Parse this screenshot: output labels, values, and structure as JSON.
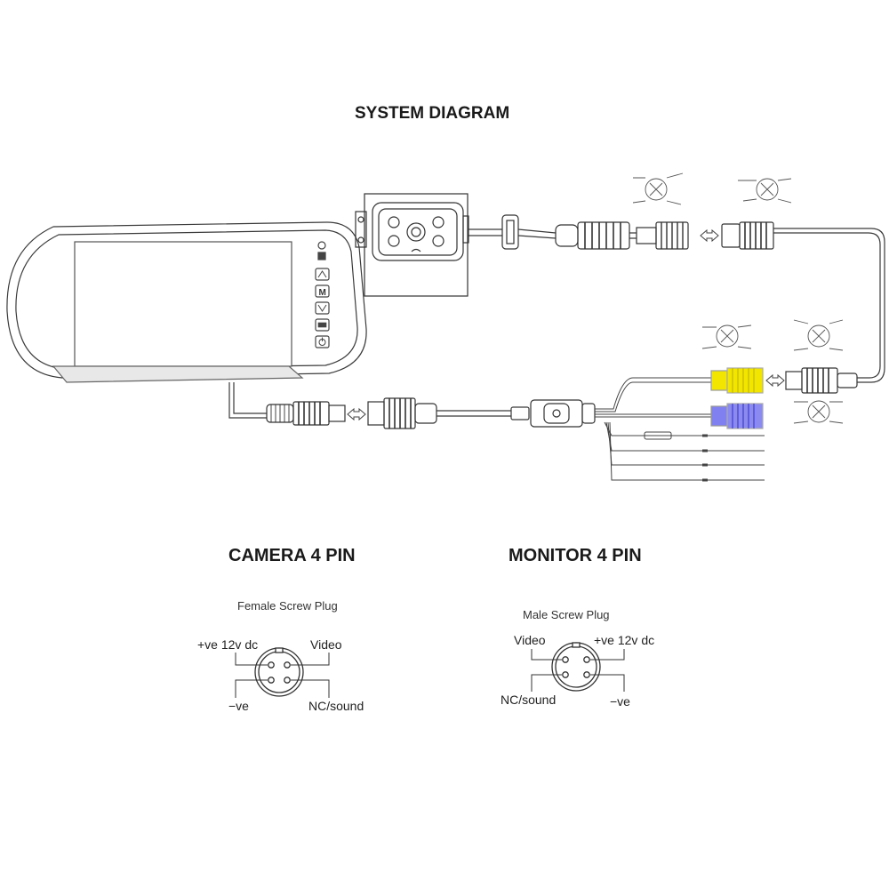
{
  "system_title": "SYSTEM DIAGRAM",
  "camera_pin": {
    "title": "CAMERA 4 PIN",
    "plug_label": "Female Screw Plug",
    "pins": {
      "top_left": "+ve 12v dc",
      "top_right": "Video",
      "bottom_left": "−ve",
      "bottom_right": "NC/sound"
    }
  },
  "monitor_pin": {
    "title": "MONITOR 4 PIN",
    "plug_label": "Male Screw Plug",
    "pins": {
      "top_left": "Video",
      "top_right": "+ve 12v dc",
      "bottom_left": "NC/sound",
      "bottom_right": "−ve"
    }
  },
  "monitor_button_icons": [
    "power-dot-icon",
    "up-arrow-icon",
    "menu-icon",
    "down-arrow-icon",
    "source-icon",
    "power-icon"
  ],
  "colors": {
    "line": "#3a3a3a",
    "yellow_connector": "#f2e600",
    "blue_connector": "#6a6ae8"
  }
}
